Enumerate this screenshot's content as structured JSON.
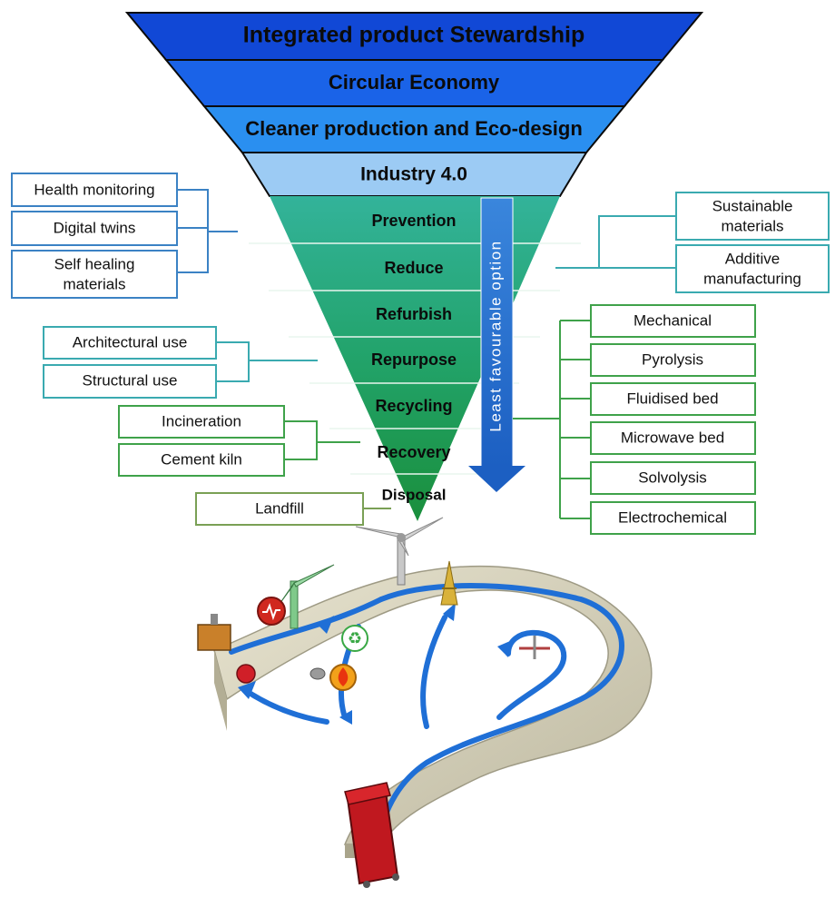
{
  "pyramid": {
    "tiers": [
      {
        "label": "Integrated product Stewardship",
        "color": "#1148d6"
      },
      {
        "label": "Circular Economy",
        "color": "#1a63e8"
      },
      {
        "label": "Cleaner production and Eco-design",
        "color": "#2a8ff0"
      },
      {
        "label": "Industry 4.0",
        "color": "#9ccbf4"
      }
    ],
    "waste_hierarchy": [
      {
        "label": "Prevention"
      },
      {
        "label": "Reduce"
      },
      {
        "label": "Refurbish"
      },
      {
        "label": "Repurpose"
      },
      {
        "label": "Recycling"
      },
      {
        "label": "Recovery"
      },
      {
        "label": "Disposal"
      }
    ],
    "arrow_label": "Least favourable option"
  },
  "left_boxes": {
    "industry": [
      "Health monitoring",
      "Digital twins",
      [
        "Self healing",
        "materials"
      ]
    ],
    "repurpose": [
      "Architectural use",
      "Structural use"
    ],
    "recovery": [
      "Incineration",
      "Cement kiln"
    ],
    "disposal": [
      "Landfill"
    ]
  },
  "right_boxes": {
    "prevention": [
      [
        "Sustainable",
        "materials"
      ],
      [
        "Additive",
        "manufacturing"
      ]
    ],
    "recycling": [
      "Mechanical",
      "Pyrolysis",
      "Fluidised bed",
      "Microwave bed",
      "Solvolysis",
      "Electrochemical"
    ]
  },
  "colors": {
    "blue_box": "#3b82c4",
    "teal_box": "#3aaab0",
    "green_box": "#3fa24a",
    "flow_arrow": "#1f6fd6",
    "track": "#d8d4c0"
  }
}
